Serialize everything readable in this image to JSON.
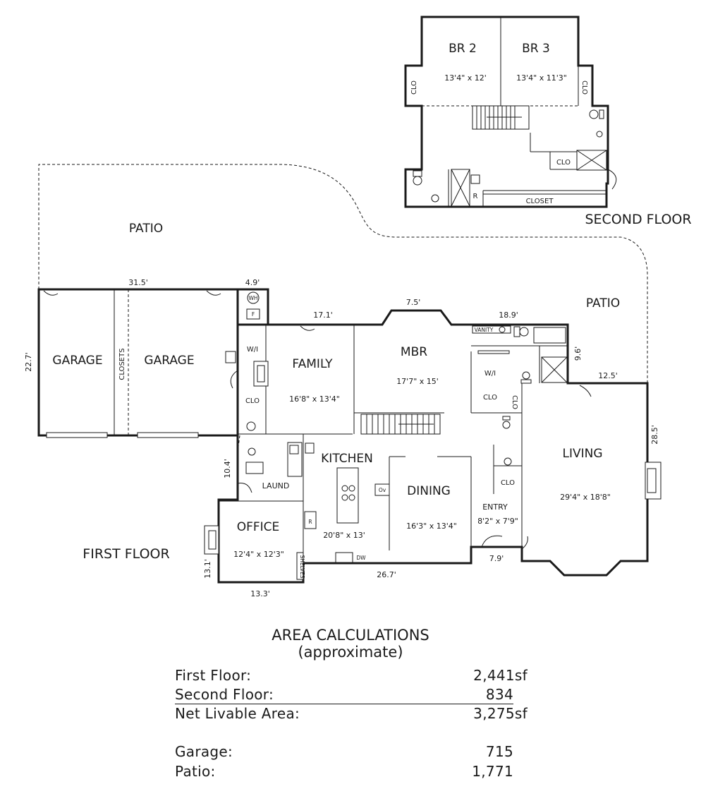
{
  "floors": {
    "second_floor_label": "SECOND FLOOR",
    "first_floor_label": "FIRST FLOOR"
  },
  "second_floor": {
    "br2": {
      "name": "BR 2",
      "size": "13'4\" x 12'"
    },
    "br3": {
      "name": "BR 3",
      "size": "13'4\" x 11'3\""
    },
    "clo_left": "CLO",
    "clo_right": "CLO",
    "clo_bath": "CLO",
    "closet": "CLOSET",
    "fridge": "R"
  },
  "first_floor": {
    "garage_left": "GARAGE",
    "garage_right": "GARAGE",
    "closets": "CLOSETS",
    "wh": "WH",
    "furnace": "F",
    "patio_left": "PATIO",
    "patio_right": "PATIO",
    "family": {
      "name": "FAMILY",
      "size": "16'8\" x 13'4\""
    },
    "wi_left": "W/I",
    "clo_family": "CLO",
    "mbr": {
      "name": "MBR",
      "size": "17'7\" x 15'"
    },
    "vanity": "VANITY",
    "wi_right": "W/I",
    "clo_mbr": "CLO",
    "clo_vertical": "CLO",
    "kitchen": {
      "name": "KITCHEN",
      "size": "20'8\" x 13'"
    },
    "laund": "LAUND",
    "office": {
      "name": "OFFICE",
      "size": "12'4\" x 12'3\""
    },
    "dining": {
      "name": "DINING",
      "size": "16'3\" x 13'4\""
    },
    "entry": {
      "name": "ENTRY",
      "size": "8'2\" x 7'9\""
    },
    "clo_entry": "CLO",
    "living": {
      "name": "LIVING",
      "size": "29'4\" x 18'8\""
    },
    "oven": "Ov",
    "fridge": "R",
    "dw": "DW",
    "shelves": "SHELVES"
  },
  "dimensions": {
    "garage_width": "31.5'",
    "garage_depth": "22.7'",
    "util_width": "4.9'",
    "family_top": "17.1'",
    "bay_top": "7.5'",
    "bath_top": "18.9'",
    "bath_side": "9.6'",
    "living_top": "12.5'",
    "living_side": "28.5'",
    "laund_side": "10.4'",
    "office_side": "13.1'",
    "office_bottom": "13.3'",
    "kitchen_bottom": "26.7'",
    "entry_bottom": "7.9'"
  },
  "area": {
    "title": "AREA CALCULATIONS",
    "subtitle": "(approximate)",
    "rows": [
      {
        "label": "First Floor:",
        "value": "2,441sf"
      },
      {
        "label": "Second Floor:",
        "value": "834"
      },
      {
        "label": "Net Livable Area:",
        "value": "3,275sf"
      },
      {
        "label": "Garage:",
        "value": "715"
      },
      {
        "label": "Patio:",
        "value": "1,771"
      }
    ]
  }
}
